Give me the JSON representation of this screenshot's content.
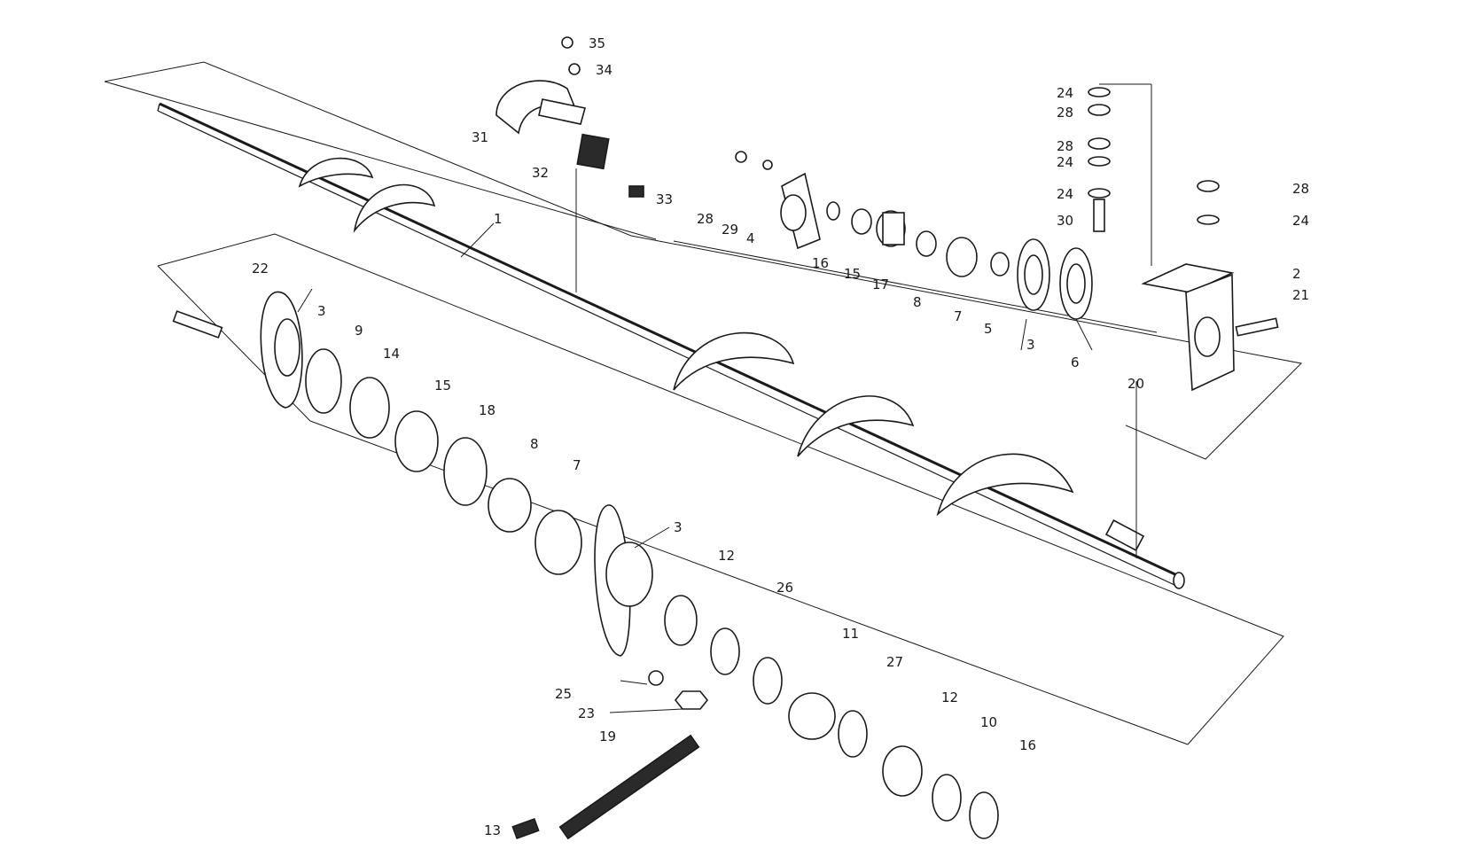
{
  "colors": {
    "ink": "#1a1a1a",
    "paper": "#ffffff"
  },
  "labels": [
    "1",
    "2",
    "3",
    "3",
    "3",
    "4",
    "5",
    "6",
    "7",
    "7",
    "8",
    "8",
    "9",
    "10",
    "11",
    "12",
    "12",
    "13",
    "14",
    "15",
    "15",
    "16",
    "16",
    "17",
    "18",
    "19",
    "20",
    "21",
    "22",
    "23",
    "24",
    "24",
    "24",
    "24",
    "25",
    "26",
    "27",
    "28",
    "28",
    "28",
    "28",
    "29",
    "30",
    "31",
    "32",
    "33",
    "34",
    "35"
  ]
}
